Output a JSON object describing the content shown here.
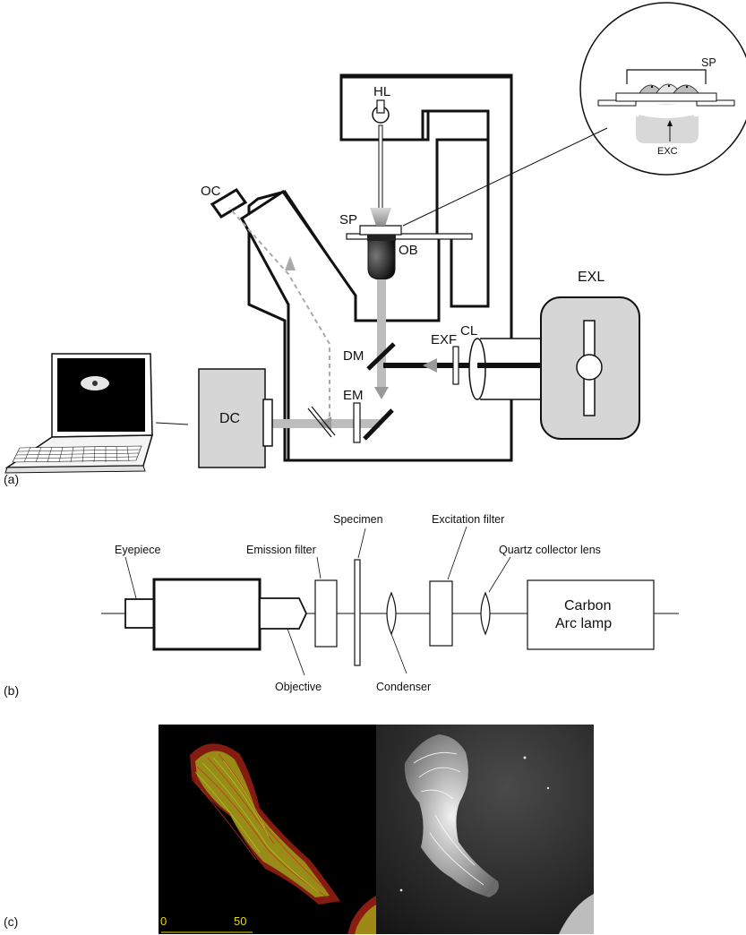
{
  "panel_a": {
    "tag": "(a)",
    "labels": {
      "hl": "HL",
      "oc": "OC",
      "sp": "SP",
      "ob": "OB",
      "exl": "EXL",
      "exf": "EXF",
      "cl": "CL",
      "dm": "DM",
      "em": "EM",
      "dc": "DC",
      "inset_sp": "SP",
      "inset_exc": "EXC"
    }
  },
  "panel_b": {
    "tag": "(b)",
    "labels": {
      "eyepiece": "Eyepiece",
      "emission_filter": "Emission filter",
      "specimen": "Specimen",
      "excitation_filter": "Excitation filter",
      "quartz_lens": "Quartz collector lens",
      "lamp_line1": "Carbon",
      "lamp_line2": "Arc lamp",
      "objective": "Objective",
      "condenser": "Condenser"
    }
  },
  "panel_c": {
    "tag": "(c)",
    "scale_labels": [
      "0",
      "50"
    ],
    "colors": {
      "actin": "#c8201a",
      "tubulin": "#7fc21a",
      "background": "#000000"
    }
  }
}
